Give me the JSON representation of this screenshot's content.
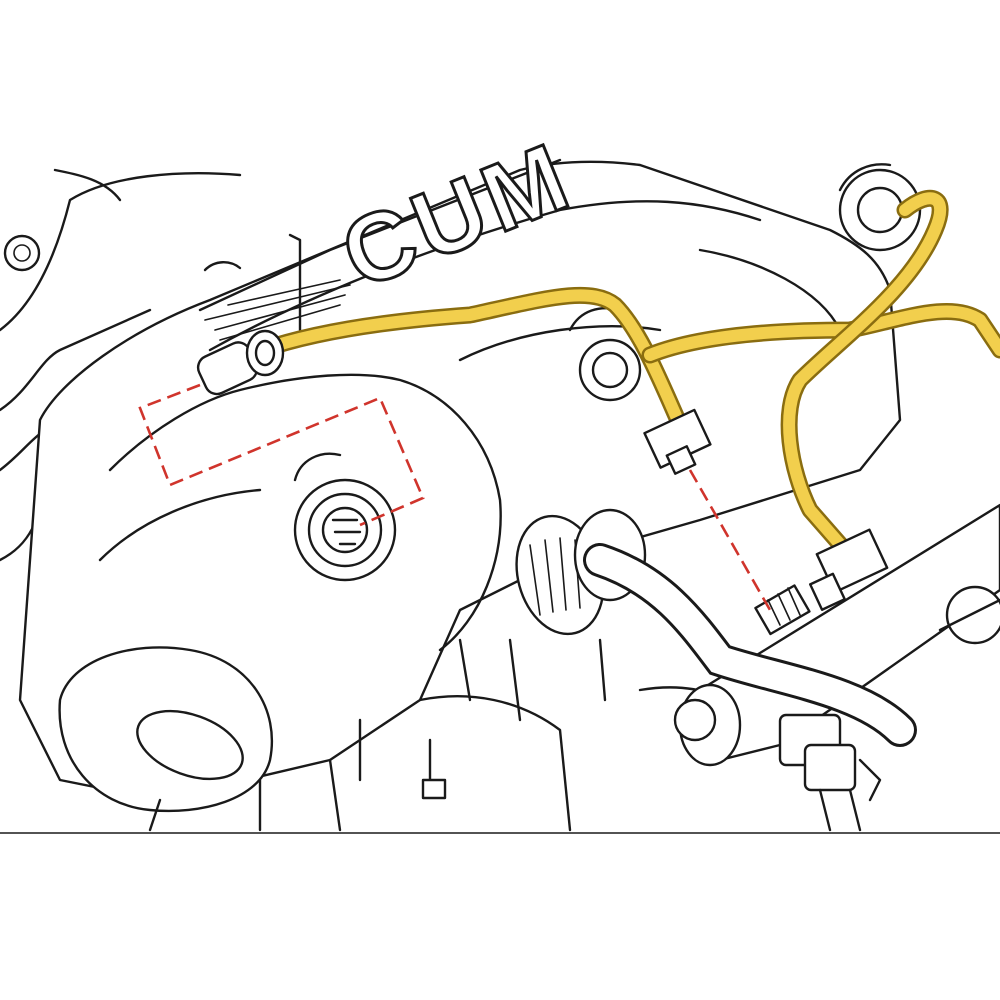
{
  "diagram": {
    "embossed_text": "CUM",
    "colors": {
      "fuel_line": "#f2cf4d",
      "fuel_line_outline": "#8a6d10",
      "fuel_rail": "#c6d3f2",
      "leader_line": "#d0342c",
      "ink": "#1a1a1a"
    },
    "parts": [
      "valve-cover",
      "fuel-line-1",
      "fuel-line-2",
      "fuel-line-3",
      "injector-connector",
      "fuel-rail",
      "high-pressure-hose",
      "oil-fill-cap",
      "lifting-bracket"
    ]
  }
}
